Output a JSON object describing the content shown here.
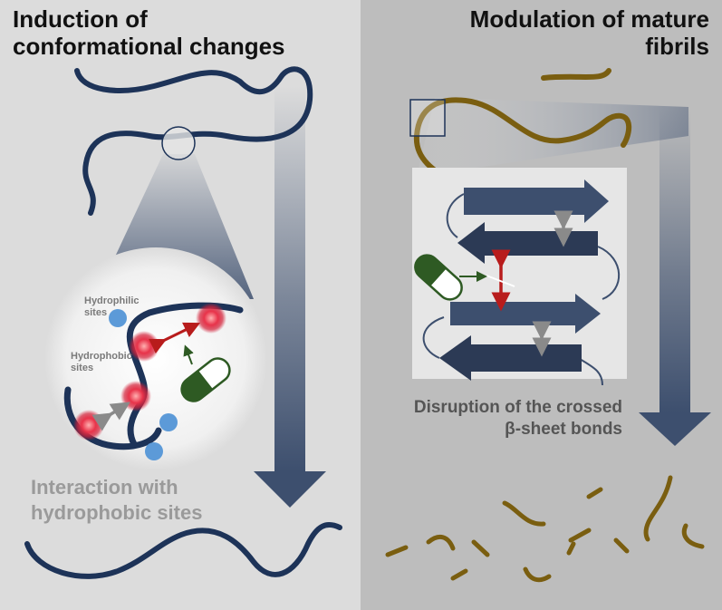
{
  "left_panel": {
    "title_line1": "Induction of",
    "title_line2": "conformational changes",
    "label_hydrophilic_line1": "Hydrophilic",
    "label_hydrophilic_line2": "sites",
    "label_hydrophobic_line1": "Hydrophobic",
    "label_hydrophobic_line2": "sites",
    "caption_line1": "Interaction with",
    "caption_line2": "hydrophobic sites"
  },
  "right_panel": {
    "title_line1": "Modulation of mature",
    "title_line2": "fibrils",
    "caption_line1": "Disruption of the crossed",
    "caption_line2": "β-sheet bonds"
  },
  "colors": {
    "protein_strand": "#1d3358",
    "fibril": "#7a5e10",
    "hydrophobic_site": "#e8334a",
    "hydrophilic_site": "#5c9ad8",
    "drug_capsule": "#2e5a23",
    "arrow_red": "#b81c1c",
    "arrow_grey": "#8a8a8a",
    "arrow_gradient_bottom": "#3d4f6e",
    "left_bg": "#dedede",
    "right_bg": "#bebebe"
  }
}
